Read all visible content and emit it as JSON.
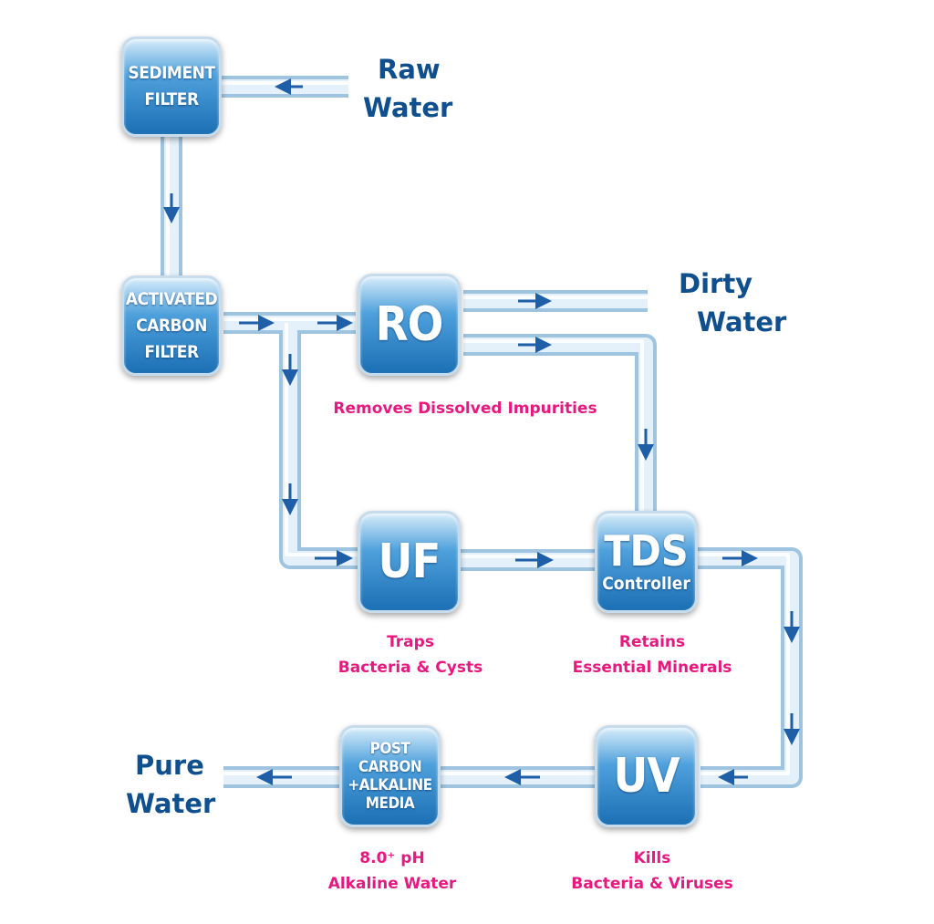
{
  "colors": {
    "pipe_light": "#e4f1fb",
    "pipe_edge": "#9ec4e0",
    "arrow": "#1f5fa8",
    "box_top": "#d7ecfa",
    "box_bottom": "#1b6fb4",
    "label_blue": "#0f4f8e",
    "desc_pink": "#e6197f"
  },
  "boxes": {
    "sediment": {
      "lines": [
        "SEDIMENT",
        "FILTER"
      ]
    },
    "carbon": {
      "lines": [
        "ACTIVATED",
        "CARBON",
        "FILTER"
      ]
    },
    "ro": {
      "lines": [
        "RO"
      ]
    },
    "uf": {
      "lines": [
        "UF"
      ]
    },
    "tds": {
      "lines": [
        "TDS",
        "Controller"
      ]
    },
    "uv": {
      "lines": [
        "UV"
      ]
    },
    "post": {
      "lines": [
        "POST",
        "CARBON",
        "+ALKALINE",
        "MEDIA"
      ]
    }
  },
  "labels": {
    "raw": [
      "Raw",
      "Water"
    ],
    "dirty": [
      "Dirty",
      "Water"
    ],
    "pure": [
      "Pure",
      "Water"
    ]
  },
  "descriptions": {
    "ro": [
      "Removes Dissolved Impurities"
    ],
    "uf": [
      "Traps",
      "Bacteria & Cysts"
    ],
    "tds": [
      "Retains",
      "Essential Minerals"
    ],
    "post": [
      "8.0⁺ pH",
      "Alkaline Water"
    ],
    "uv": [
      "Kills",
      "Bacteria & Viruses"
    ]
  }
}
